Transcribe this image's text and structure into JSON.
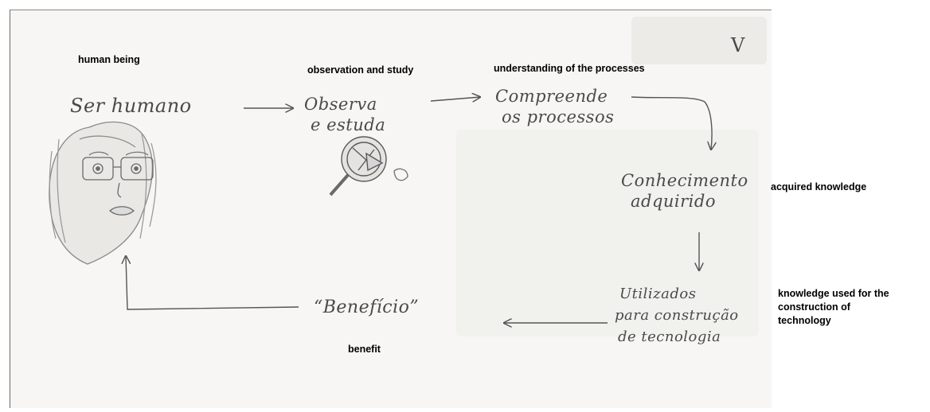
{
  "translations": {
    "human_being": "human being",
    "observation": "observation and study",
    "understanding": "understanding of the processes",
    "acquired": "acquired knowledge",
    "used_for": [
      "knowledge used for the",
      "construction of",
      "technology"
    ],
    "benefit": "benefit"
  },
  "handwriting": {
    "ser_humano": "Ser humano",
    "observa": [
      "Observa",
      "e estuda"
    ],
    "compreende": [
      "Compreende",
      "os processos"
    ],
    "conhecimento": [
      "Conhecimento",
      "adquirido"
    ],
    "utilizados": [
      "Utilizados",
      "para construção",
      "de tecnologia"
    ],
    "beneficio": "“Benefício”",
    "check": "V"
  },
  "colors": {
    "pencil": "#4a4a4a",
    "paper": "#f7f6f4",
    "label": "#000000"
  }
}
